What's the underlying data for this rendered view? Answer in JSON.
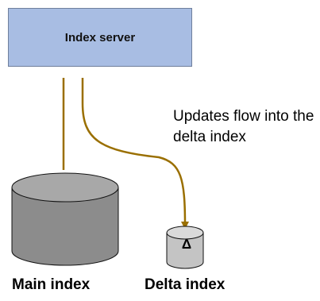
{
  "server": {
    "title": "Index server"
  },
  "flow": {
    "caption": "Updates flow into the delta index"
  },
  "main_index": {
    "label": "Main index"
  },
  "delta_index": {
    "label": "Delta index",
    "symbol": "Δ"
  },
  "colors": {
    "server_fill": "#a8bde3",
    "connector": "#9a6f00",
    "main_db_fill": "#8c8c8c",
    "delta_db_fill": "#c4c4c4"
  }
}
